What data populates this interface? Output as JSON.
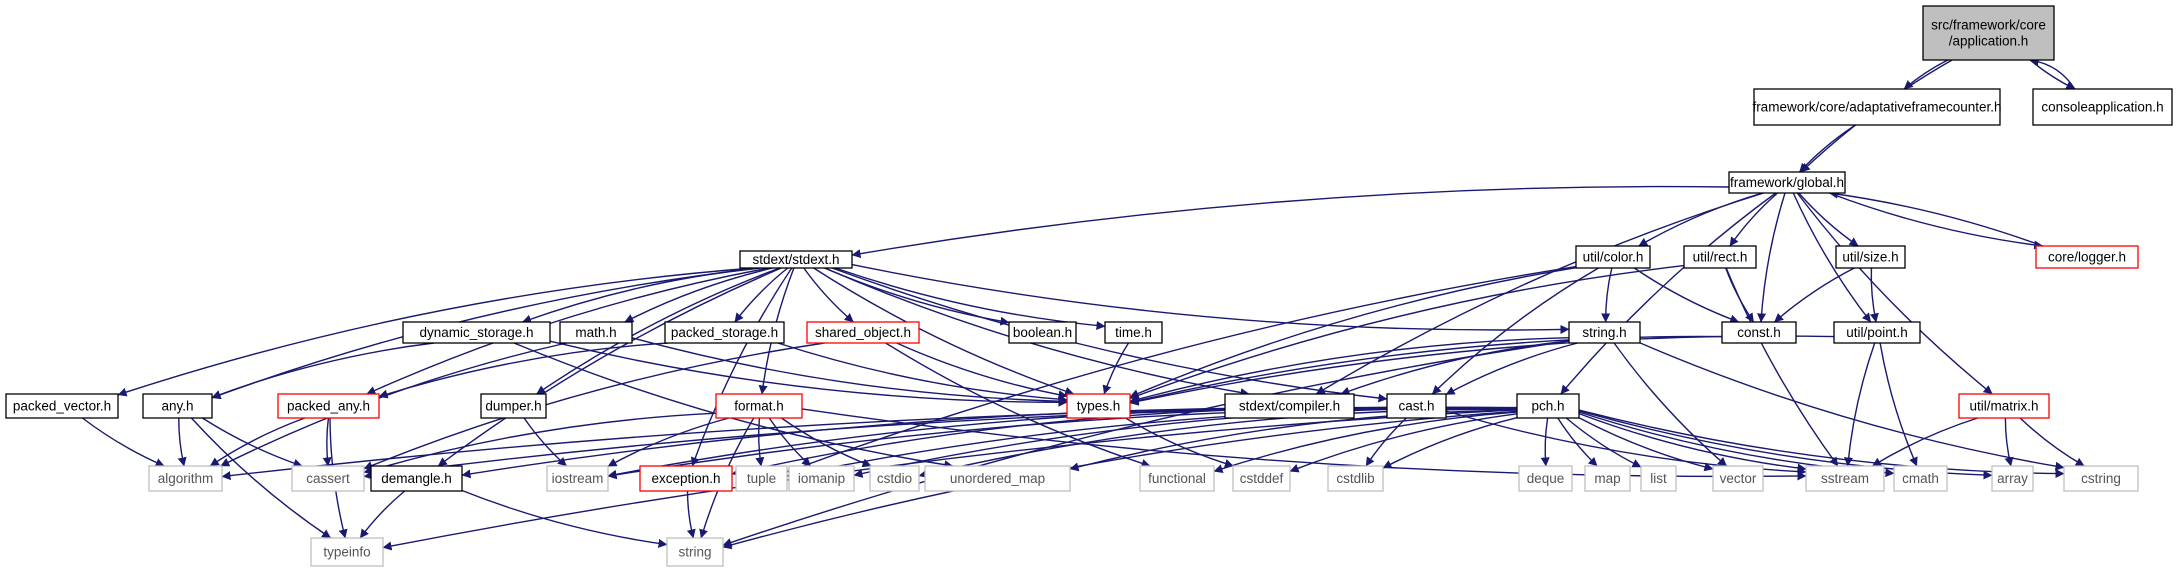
{
  "diagram": {
    "type": "include-dependency-graph",
    "colors": {
      "edge": "#191970",
      "root_fill": "#bfbfbf",
      "node_border": "#000000",
      "truncated_border": "#ff0000",
      "system_border": "#bfbfbf"
    },
    "nodes": [
      {
        "id": "root",
        "label": "src/framework/core\n/application.h",
        "kind": "root"
      },
      {
        "id": "afc",
        "label": "framework/core/adaptativeframecounter.h",
        "kind": "normal"
      },
      {
        "id": "consoleapp",
        "label": "consoleapplication.h",
        "kind": "normal"
      },
      {
        "id": "global",
        "label": "framework/global.h",
        "kind": "normal"
      },
      {
        "id": "stdext",
        "label": "stdext/stdext.h",
        "kind": "normal"
      },
      {
        "id": "color",
        "label": "util/color.h",
        "kind": "normal"
      },
      {
        "id": "rect",
        "label": "util/rect.h",
        "kind": "normal"
      },
      {
        "id": "size",
        "label": "util/size.h",
        "kind": "normal"
      },
      {
        "id": "logger",
        "label": "core/logger.h",
        "kind": "truncated"
      },
      {
        "id": "dynstor",
        "label": "dynamic_storage.h",
        "kind": "normal"
      },
      {
        "id": "math",
        "label": "math.h",
        "kind": "normal"
      },
      {
        "id": "pkstor",
        "label": "packed_storage.h",
        "kind": "normal"
      },
      {
        "id": "shobj",
        "label": "shared_object.h",
        "kind": "truncated"
      },
      {
        "id": "boolean",
        "label": "boolean.h",
        "kind": "normal"
      },
      {
        "id": "time",
        "label": "time.h",
        "kind": "normal"
      },
      {
        "id": "string",
        "label": "string.h",
        "kind": "normal"
      },
      {
        "id": "const",
        "label": "const.h",
        "kind": "normal"
      },
      {
        "id": "point",
        "label": "util/point.h",
        "kind": "normal"
      },
      {
        "id": "pkvec",
        "label": "packed_vector.h",
        "kind": "normal"
      },
      {
        "id": "any",
        "label": "any.h",
        "kind": "normal"
      },
      {
        "id": "pkany",
        "label": "packed_any.h",
        "kind": "truncated"
      },
      {
        "id": "dumper",
        "label": "dumper.h",
        "kind": "normal"
      },
      {
        "id": "format",
        "label": "format.h",
        "kind": "truncated"
      },
      {
        "id": "types",
        "label": "types.h",
        "kind": "truncated"
      },
      {
        "id": "compiler",
        "label": "stdext/compiler.h",
        "kind": "normal"
      },
      {
        "id": "cast",
        "label": "cast.h",
        "kind": "normal"
      },
      {
        "id": "pch",
        "label": "pch.h",
        "kind": "normal"
      },
      {
        "id": "matrix",
        "label": "util/matrix.h",
        "kind": "truncated"
      },
      {
        "id": "algorithm",
        "label": "algorithm",
        "kind": "system"
      },
      {
        "id": "cassert",
        "label": "cassert",
        "kind": "system"
      },
      {
        "id": "demangle",
        "label": "demangle.h",
        "kind": "normal"
      },
      {
        "id": "iostream",
        "label": "iostream",
        "kind": "system"
      },
      {
        "id": "exception",
        "label": "exception.h",
        "kind": "truncated"
      },
      {
        "id": "tuple",
        "label": "tuple",
        "kind": "system"
      },
      {
        "id": "iomanip",
        "label": "iomanip",
        "kind": "system"
      },
      {
        "id": "cstdio",
        "label": "cstdio",
        "kind": "system"
      },
      {
        "id": "umap",
        "label": "unordered_map",
        "kind": "system"
      },
      {
        "id": "functional",
        "label": "functional",
        "kind": "system"
      },
      {
        "id": "cstddef",
        "label": "cstddef",
        "kind": "system"
      },
      {
        "id": "cstdlib",
        "label": "cstdlib",
        "kind": "system"
      },
      {
        "id": "deque",
        "label": "deque",
        "kind": "system"
      },
      {
        "id": "map",
        "label": "map",
        "kind": "system"
      },
      {
        "id": "list",
        "label": "list",
        "kind": "system"
      },
      {
        "id": "vector",
        "label": "vector",
        "kind": "system"
      },
      {
        "id": "sstream",
        "label": "sstream",
        "kind": "system"
      },
      {
        "id": "cmath",
        "label": "cmath",
        "kind": "system"
      },
      {
        "id": "array",
        "label": "array",
        "kind": "system"
      },
      {
        "id": "cstring",
        "label": "cstring",
        "kind": "system"
      },
      {
        "id": "typeinfo",
        "label": "typeinfo",
        "kind": "system"
      },
      {
        "id": "strsys",
        "label": "string",
        "kind": "system"
      }
    ],
    "edges": [
      [
        "root",
        "afc"
      ],
      [
        "root",
        "consoleapp"
      ],
      [
        "consoleapp",
        "root"
      ],
      [
        "root",
        "global"
      ],
      [
        "afc",
        "global"
      ],
      [
        "global",
        "stdext"
      ],
      [
        "global",
        "color"
      ],
      [
        "global",
        "rect"
      ],
      [
        "global",
        "size"
      ],
      [
        "global",
        "logger"
      ],
      [
        "logger",
        "global"
      ],
      [
        "global",
        "const"
      ],
      [
        "global",
        "point"
      ],
      [
        "global",
        "matrix"
      ],
      [
        "global",
        "compiler"
      ],
      [
        "global",
        "pch"
      ],
      [
        "stdext",
        "dynstor"
      ],
      [
        "stdext",
        "math"
      ],
      [
        "stdext",
        "pkstor"
      ],
      [
        "stdext",
        "shobj"
      ],
      [
        "stdext",
        "boolean"
      ],
      [
        "stdext",
        "time"
      ],
      [
        "stdext",
        "string"
      ],
      [
        "stdext",
        "pkvec"
      ],
      [
        "stdext",
        "any"
      ],
      [
        "stdext",
        "pkany"
      ],
      [
        "stdext",
        "dumper"
      ],
      [
        "stdext",
        "format"
      ],
      [
        "stdext",
        "types"
      ],
      [
        "stdext",
        "compiler"
      ],
      [
        "stdext",
        "cast"
      ],
      [
        "stdext",
        "demangle"
      ],
      [
        "stdext",
        "exception"
      ],
      [
        "color",
        "string"
      ],
      [
        "color",
        "const"
      ],
      [
        "color",
        "types"
      ],
      [
        "color",
        "cast"
      ],
      [
        "color",
        "tuple"
      ],
      [
        "rect",
        "const"
      ],
      [
        "rect",
        "types"
      ],
      [
        "rect",
        "sstream"
      ],
      [
        "size",
        "const"
      ],
      [
        "size",
        "point"
      ],
      [
        "point",
        "types"
      ],
      [
        "point",
        "sstream"
      ],
      [
        "point",
        "cmath"
      ],
      [
        "dynstor",
        "types"
      ],
      [
        "dynstor",
        "any"
      ],
      [
        "dynstor",
        "umap"
      ],
      [
        "math",
        "types"
      ],
      [
        "math",
        "algorithm"
      ],
      [
        "pkstor",
        "types"
      ],
      [
        "pkstor",
        "pkany"
      ],
      [
        "shobj",
        "types"
      ],
      [
        "shobj",
        "cassert"
      ],
      [
        "shobj",
        "functional"
      ],
      [
        "time",
        "types"
      ],
      [
        "string",
        "types"
      ],
      [
        "string",
        "cast"
      ],
      [
        "string",
        "compiler"
      ],
      [
        "string",
        "vector"
      ],
      [
        "string",
        "cstring"
      ],
      [
        "string",
        "strsys"
      ],
      [
        "const",
        "types"
      ],
      [
        "pkvec",
        "algorithm"
      ],
      [
        "any",
        "algorithm"
      ],
      [
        "any",
        "cassert"
      ],
      [
        "any",
        "typeinfo"
      ],
      [
        "pkany",
        "algorithm"
      ],
      [
        "pkany",
        "cassert"
      ],
      [
        "pkany",
        "typeinfo"
      ],
      [
        "dumper",
        "iostream"
      ],
      [
        "format",
        "iostream"
      ],
      [
        "format",
        "tuple"
      ],
      [
        "format",
        "iomanip"
      ],
      [
        "format",
        "cstdio"
      ],
      [
        "format",
        "sstream"
      ],
      [
        "format",
        "cassert"
      ],
      [
        "format",
        "strsys"
      ],
      [
        "types",
        "cstddef"
      ],
      [
        "cast",
        "demangle"
      ],
      [
        "cast",
        "exception"
      ],
      [
        "cast",
        "cstdlib"
      ],
      [
        "cast",
        "sstream"
      ],
      [
        "cast",
        "iostream"
      ],
      [
        "pch",
        "algorithm"
      ],
      [
        "pch",
        "cassert"
      ],
      [
        "pch",
        "iostream"
      ],
      [
        "pch",
        "tuple"
      ],
      [
        "pch",
        "iomanip"
      ],
      [
        "pch",
        "cstdio"
      ],
      [
        "pch",
        "umap"
      ],
      [
        "pch",
        "functional"
      ],
      [
        "pch",
        "cstddef"
      ],
      [
        "pch",
        "cstdlib"
      ],
      [
        "pch",
        "deque"
      ],
      [
        "pch",
        "map"
      ],
      [
        "pch",
        "list"
      ],
      [
        "pch",
        "vector"
      ],
      [
        "pch",
        "sstream"
      ],
      [
        "pch",
        "cmath"
      ],
      [
        "pch",
        "array"
      ],
      [
        "pch",
        "cstring"
      ],
      [
        "pch",
        "typeinfo"
      ],
      [
        "pch",
        "strsys"
      ],
      [
        "matrix",
        "sstream"
      ],
      [
        "matrix",
        "array"
      ],
      [
        "matrix",
        "cstring"
      ],
      [
        "demangle",
        "typeinfo"
      ],
      [
        "demangle",
        "strsys"
      ],
      [
        "exception",
        "strsys"
      ]
    ]
  }
}
